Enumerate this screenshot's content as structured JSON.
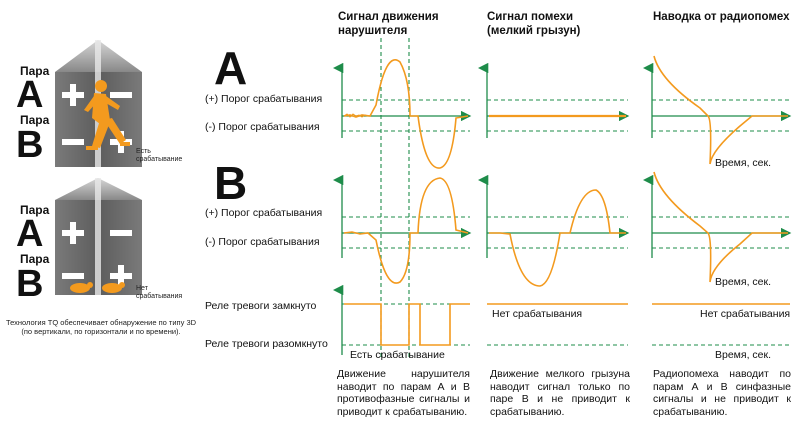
{
  "columns": {
    "intruder_header": "Сигнал движения нарушителя",
    "noise_header": "Сигнал помехи (мелкий грызун)",
    "radio_header": "Наводка от радиопомех"
  },
  "sensor_a": {
    "pair_a_label": "Пара",
    "pair_a_letter": "A",
    "pair_b_label": "Пара",
    "pair_b_letter": "B",
    "status": "Есть срабатывание"
  },
  "sensor_b": {
    "pair_a_label": "Пара",
    "pair_a_letter": "A",
    "pair_b_label": "Пара",
    "pair_b_letter": "B",
    "status": "Нет срабатывания"
  },
  "tech_note": "Технология TQ обеспечивает обнаружение по типу 3D (по вертикали, по горизонтали и по времени).",
  "row_a": {
    "letter": "A",
    "upper_threshold": "(+) Порог срабатывания",
    "lower_threshold": "(-) Порог срабатывания"
  },
  "row_b": {
    "letter": "B",
    "upper_threshold": "(+) Порог срабатывания",
    "lower_threshold": "(-) Порог срабатывания"
  },
  "relay": {
    "closed": "Реле тревоги замкнуто",
    "open": "Реле тревоги разомкнуто",
    "intruder_result": "Есть срабатывание",
    "noise_result": "Нет срабатывания",
    "radio_result": "Нет срабатывания"
  },
  "time_label_a": "Время, сек.",
  "time_label_b": "Время, сек.",
  "time_label_relay": "Время, сек.",
  "descriptions": {
    "intruder": "Движение нарушителя наводит по парам А и В противофазные сигналы и приводит к срабатыванию.",
    "noise": "Движение мелкого грызуна наводит сигнал только по паре В и не приводит к срабатыванию.",
    "radio": "Радиопомеха наводит по парам А и В синфазные сигналы и не приводит к срабатыванию."
  },
  "colors": {
    "signal": "#f39a1e",
    "axis": "#1e8c4a",
    "panel": "#6e6e6e"
  }
}
